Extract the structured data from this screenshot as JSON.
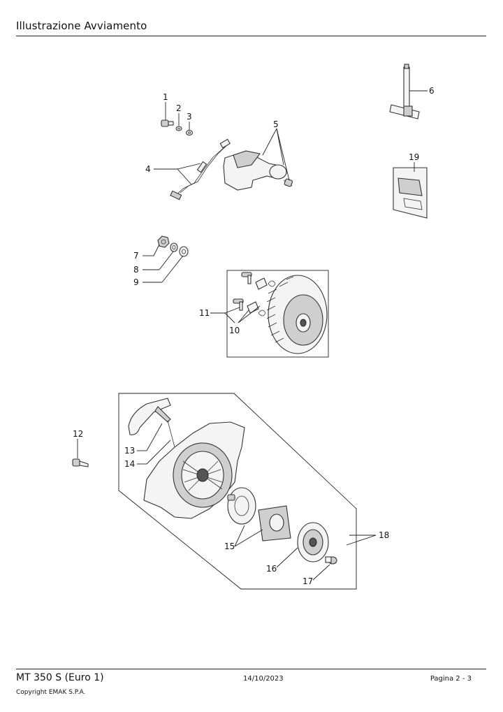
{
  "header": {
    "title": "Illustrazione  Avviamento"
  },
  "footer": {
    "model": "MT 350 S (Euro 1)",
    "date": "14/10/2023",
    "page": "Pagina 2 - 3",
    "copyright": "Copyright EMAK S.P.A."
  },
  "callouts": [
    "1",
    "2",
    "3",
    "4",
    "5",
    "6",
    "7",
    "8",
    "9",
    "10",
    "11",
    "12",
    "13",
    "14",
    "15",
    "16",
    "17",
    "18",
    "19"
  ]
}
